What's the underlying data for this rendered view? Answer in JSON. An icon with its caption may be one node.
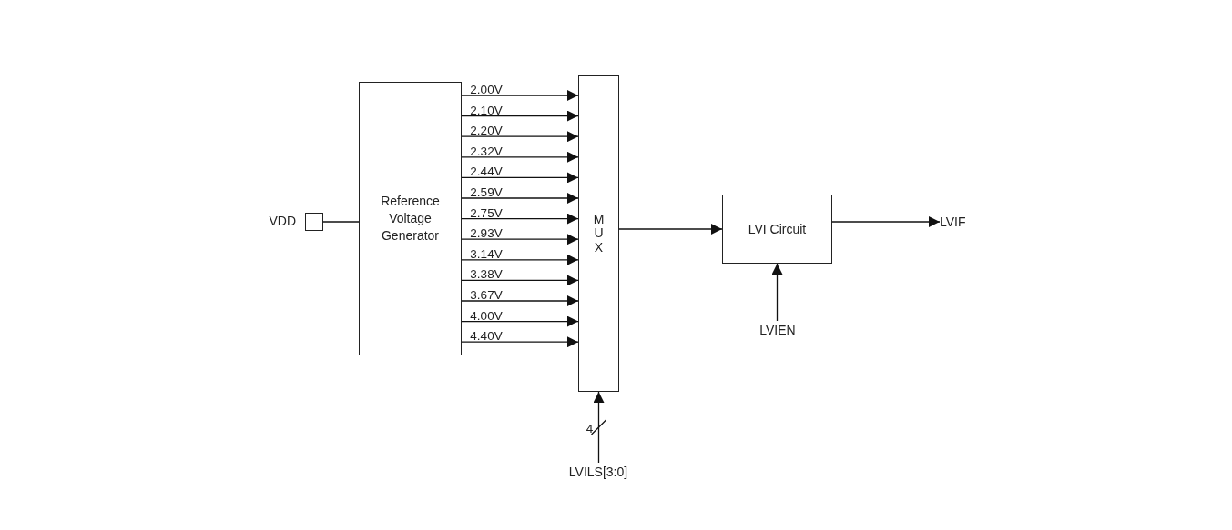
{
  "diagram": {
    "nodes": [
      {
        "text": [],
        "shape": "box",
        "beside": [
          "VDD"
        ]
      },
      {
        "text": [
          "Reference Voltage Generator"
        ]
      },
      {
        "text": [
          "M U X"
        ]
      },
      {
        "text": [
          "LVI Circuit"
        ]
      },
      {
        "text": [
          "LVIF"
        ]
      },
      {
        "text": [
          "LVIEN"
        ]
      },
      {
        "text": [
          "LVILS[3:0]"
        ]
      }
    ],
    "edges": [
      {
        "from": 0,
        "to": 1,
        "arrow": "none"
      },
      {
        "from": 1,
        "to": 2,
        "arrow": "to",
        "label": "2.00V"
      },
      {
        "from": 1,
        "to": 2,
        "arrow": "to",
        "label": "2.10V"
      },
      {
        "from": 1,
        "to": 2,
        "arrow": "to",
        "label": "2.20V"
      },
      {
        "from": 1,
        "to": 2,
        "arrow": "to",
        "label": "2.32V"
      },
      {
        "from": 1,
        "to": 2,
        "arrow": "to",
        "label": "2.44V"
      },
      {
        "from": 1,
        "to": 2,
        "arrow": "to",
        "label": "2.59V"
      },
      {
        "from": 1,
        "to": 2,
        "arrow": "to",
        "label": "2.75V"
      },
      {
        "from": 1,
        "to": 2,
        "arrow": "to",
        "label": "2.93V"
      },
      {
        "from": 1,
        "to": 2,
        "arrow": "to",
        "label": "3.14V"
      },
      {
        "from": 1,
        "to": 2,
        "arrow": "to",
        "label": "3.38V"
      },
      {
        "from": 1,
        "to": 2,
        "arrow": "to",
        "label": "3.67V"
      },
      {
        "from": 1,
        "to": 2,
        "arrow": "to",
        "label": "4.00V"
      },
      {
        "from": 1,
        "to": 2,
        "arrow": "to",
        "label": "4.40V"
      },
      {
        "from": 2,
        "to": 3,
        "arrow": "to"
      },
      {
        "from": 3,
        "to": 4,
        "arrow": "to"
      },
      {
        "from": 5,
        "to": 3,
        "arrow": "to"
      },
      {
        "from": 6,
        "to": 2,
        "arrow": "to",
        "label": "4"
      }
    ]
  }
}
